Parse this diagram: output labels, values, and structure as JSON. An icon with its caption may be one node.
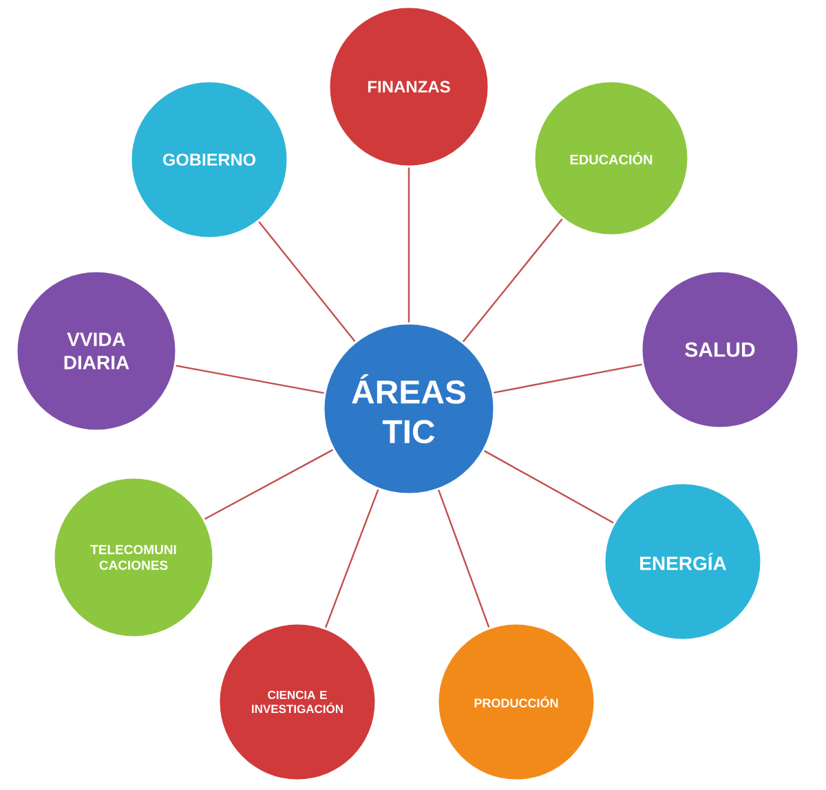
{
  "diagram": {
    "nodes": [
      {
        "text": [
          "ÁREAS TIC"
        ]
      },
      {
        "text": [
          "FINANZAS"
        ]
      },
      {
        "text": [
          "EDUCACIÓN"
        ]
      },
      {
        "text": [
          "SALUD"
        ]
      },
      {
        "text": [
          "ENERGÍA"
        ]
      },
      {
        "text": [
          "PRODUCCIÓN"
        ]
      },
      {
        "text": [
          "CIENCIA E INVESTIGACIÓN"
        ]
      },
      {
        "text": [
          "TELECOMUNI CACIONES"
        ]
      },
      {
        "text": [
          "VVIDA DIARIA"
        ]
      },
      {
        "text": [
          "GOBIERNO"
        ]
      }
    ],
    "edges": [
      {
        "from": 0,
        "to": 1,
        "arrow": "none"
      },
      {
        "from": 0,
        "to": 2,
        "arrow": "none"
      },
      {
        "from": 0,
        "to": 3,
        "arrow": "none"
      },
      {
        "from": 0,
        "to": 4,
        "arrow": "none"
      },
      {
        "from": 0,
        "to": 5,
        "arrow": "none"
      },
      {
        "from": 0,
        "to": 6,
        "arrow": "none"
      },
      {
        "from": 0,
        "to": 7,
        "arrow": "none"
      },
      {
        "from": 0,
        "to": 8,
        "arrow": "none"
      },
      {
        "from": 0,
        "to": 9,
        "arrow": "none"
      }
    ]
  }
}
